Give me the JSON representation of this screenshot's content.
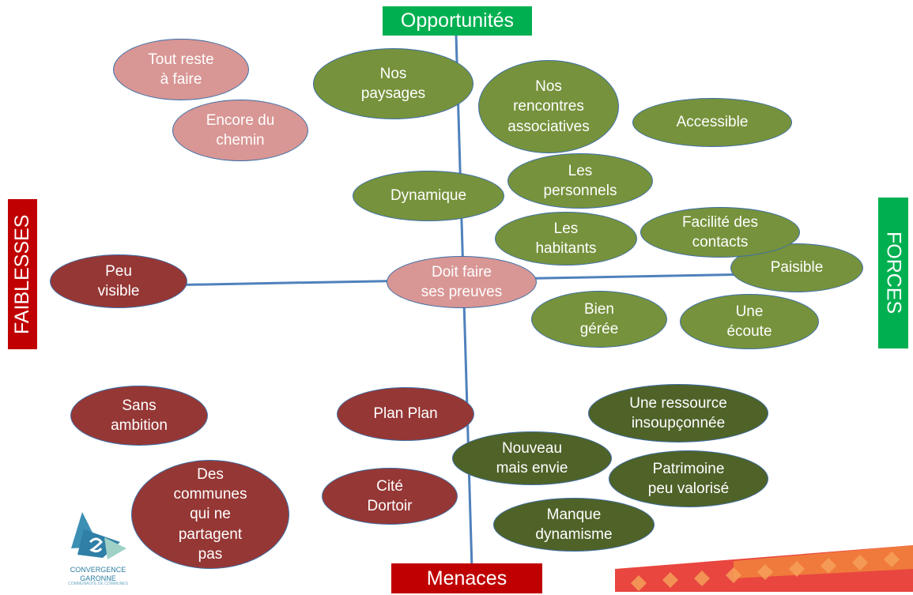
{
  "labels": {
    "top": "Opportunités",
    "bottom": "Menaces",
    "left": "FAIBLESSES",
    "right": "FORCES"
  },
  "bubbles": {
    "tout_reste": "Tout reste\nà faire",
    "encore": "Encore du\nchemin",
    "paysages": "Nos\npaysages",
    "rencontres": "Nos\nrencontres\nassociatives",
    "accessible": "Accessible",
    "dynamique": "Dynamique",
    "personnels": "Les\npersonnels",
    "habitants": "Les\nhabitants",
    "facilite": "Facilité des\ncontacts",
    "paisible": "Paisible",
    "peu_visible": "Peu\nvisible",
    "doit_faire": "Doit faire\nses preuves",
    "bien_geree": "Bien\ngérée",
    "ecoute": "Une\nécoute",
    "sans_ambition": "Sans\nambition",
    "plan_plan": "Plan Plan",
    "ressource": "Une ressource\ninsoupçonnée",
    "nouveau": "Nouveau\nmais envie",
    "patrimoine": "Patrimoine\npeu valorisé",
    "communes": "Des\ncommunes\nqui ne\npartagent\npas",
    "cite": "Cité\nDortoir",
    "manque": "Manque\ndynamisme"
  },
  "logo": {
    "name": "CONVERGENCE\nGARONNE",
    "subtitle": "COMMUNAUTÉ DE COMMUNES"
  },
  "colors": {
    "green_label": "#00b050",
    "red_label": "#c00000",
    "pink": "#d89694",
    "olive": "#76923c",
    "dark_olive": "#4f6228",
    "dark_red": "#953735",
    "axis": "#4f81bd"
  }
}
